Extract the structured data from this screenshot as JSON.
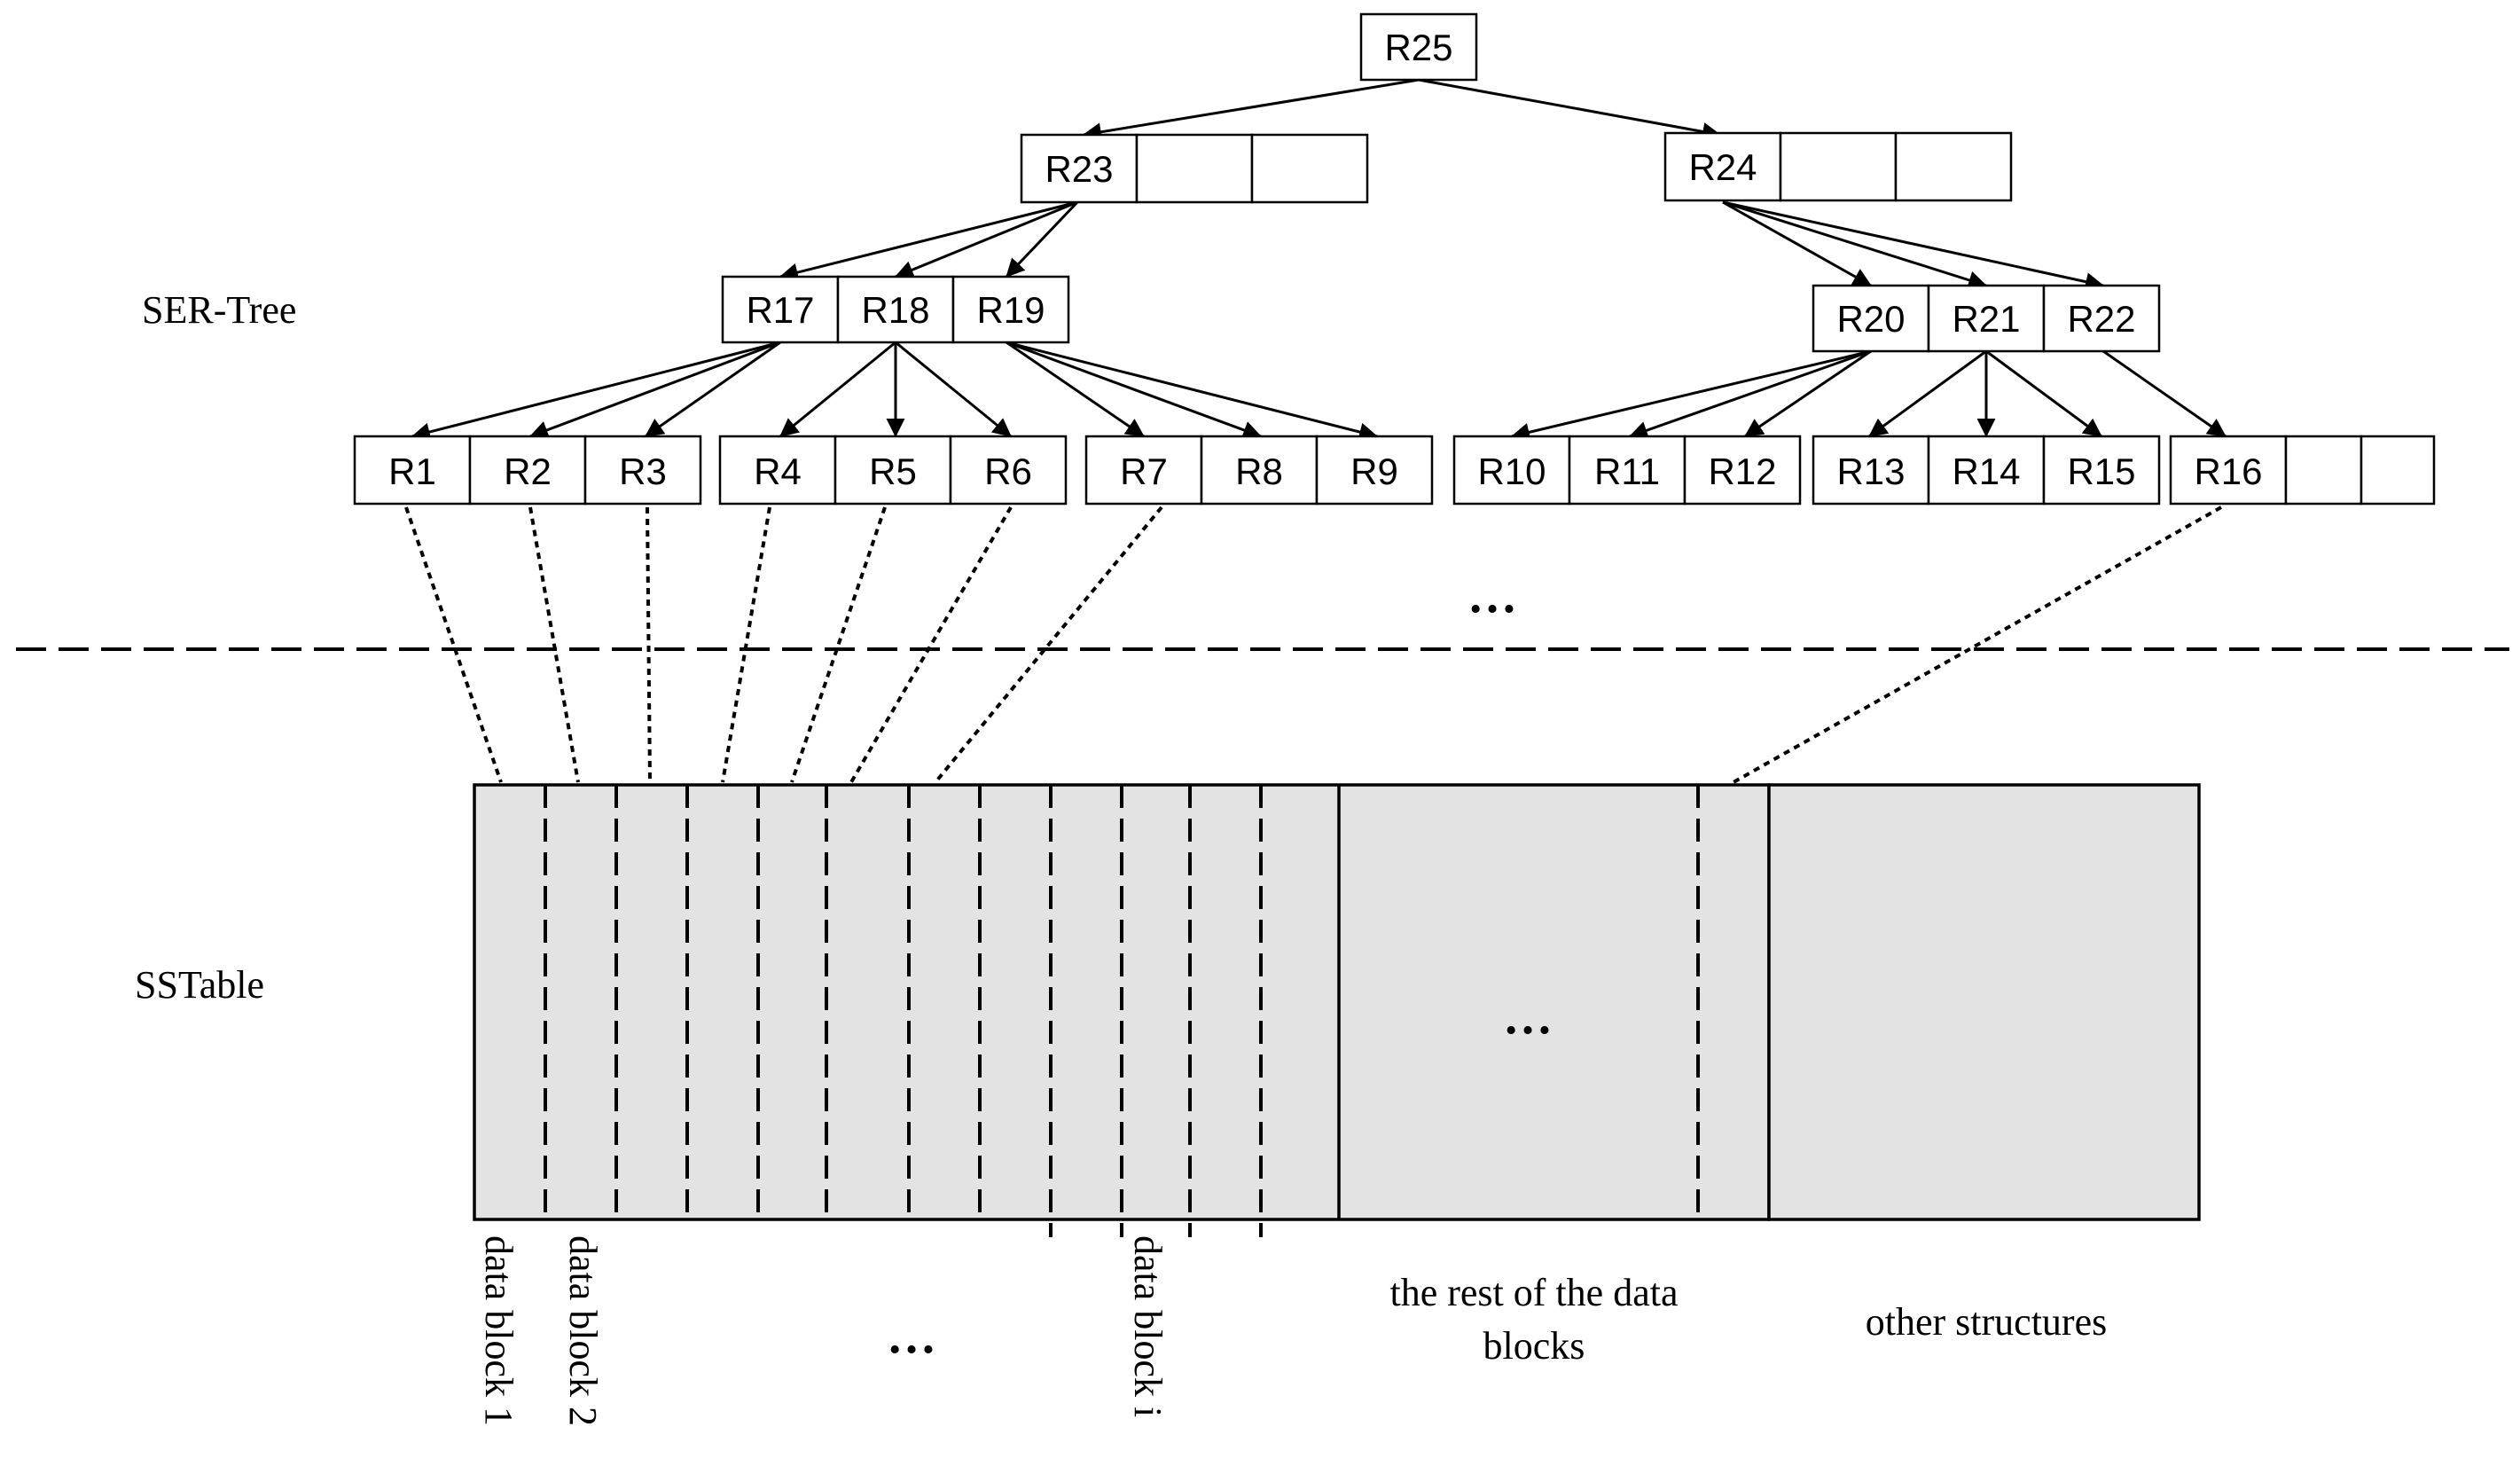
{
  "labels": {
    "ser_tree": "SER-Tree",
    "sstable": "SSTable"
  },
  "nodes": {
    "root": [
      "R25"
    ],
    "level2_left": [
      "R23",
      "",
      ""
    ],
    "level2_right": [
      "R24",
      "",
      ""
    ],
    "level3_left": [
      "R17",
      "R18",
      "R19"
    ],
    "level3_right": [
      "R20",
      "R21",
      "R22"
    ],
    "leaf_1": [
      "R1",
      "R2",
      "R3"
    ],
    "leaf_2": [
      "R4",
      "R5",
      "R6"
    ],
    "leaf_3": [
      "R7",
      "R8",
      "R9"
    ],
    "leaf_4": [
      "R10",
      "R11",
      "R12"
    ],
    "leaf_5": [
      "R13",
      "R14",
      "R15"
    ],
    "leaf_6": [
      "R16",
      "",
      ""
    ]
  },
  "tree_ellipsis": "…",
  "sstable_ellipsis": "…",
  "bottom_ellipsis": "…",
  "block_labels": {
    "block1": "data block 1",
    "block2": "data block 2",
    "blocki": "data block i",
    "rest_line1": "the rest of the data",
    "rest_line2": "blocks",
    "other": "other structures"
  },
  "colors": {
    "block_fill": "#e3e3e3",
    "line": "#000000",
    "background": "#ffffff"
  }
}
